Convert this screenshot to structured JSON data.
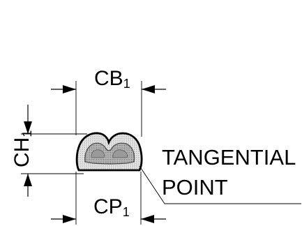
{
  "diagram": {
    "labels": {
      "cb": {
        "main": "CB",
        "sub": "1"
      },
      "cp": {
        "main": "CP",
        "sub": "1"
      },
      "ch": {
        "main": "CH",
        "sub": "1"
      },
      "callout_line1": "TANGENTIAL",
      "callout_line2": "POINT"
    }
  }
}
